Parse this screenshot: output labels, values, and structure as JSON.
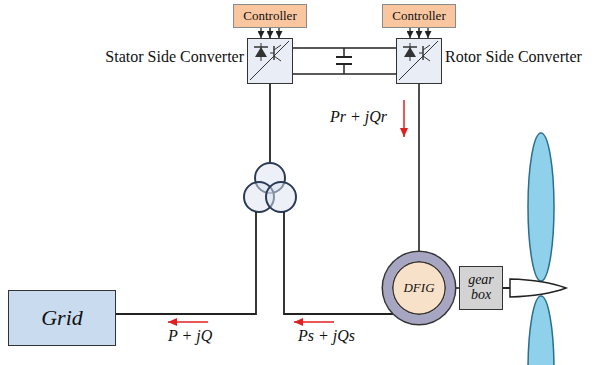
{
  "diagram": {
    "nodes": [
      {
        "text": [
          "Controller"
        ]
      },
      {
        "text": [
          "Controller"
        ]
      },
      {
        "text": [
          "Stator Side Converter"
        ]
      },
      {
        "text": [
          "Rotor Side Converter"
        ]
      },
      {
        "text": [
          "Grid"
        ]
      },
      {
        "text": [
          "DFIG"
        ]
      },
      {
        "text": [
          "gear box"
        ]
      }
    ],
    "edges": [
      {
        "from": 0,
        "to": 2,
        "arrow": "to"
      },
      {
        "from": 1,
        "to": 3,
        "arrow": "to"
      },
      {
        "from": 2,
        "to": 3,
        "arrow": "none"
      },
      {
        "from": 3,
        "to": 5,
        "arrow": "none"
      },
      {
        "from": 5,
        "to": 6,
        "arrow": "none"
      }
    ],
    "labels": [
      "Pr + jQr",
      "P + jQ",
      "Ps + jQs"
    ]
  }
}
